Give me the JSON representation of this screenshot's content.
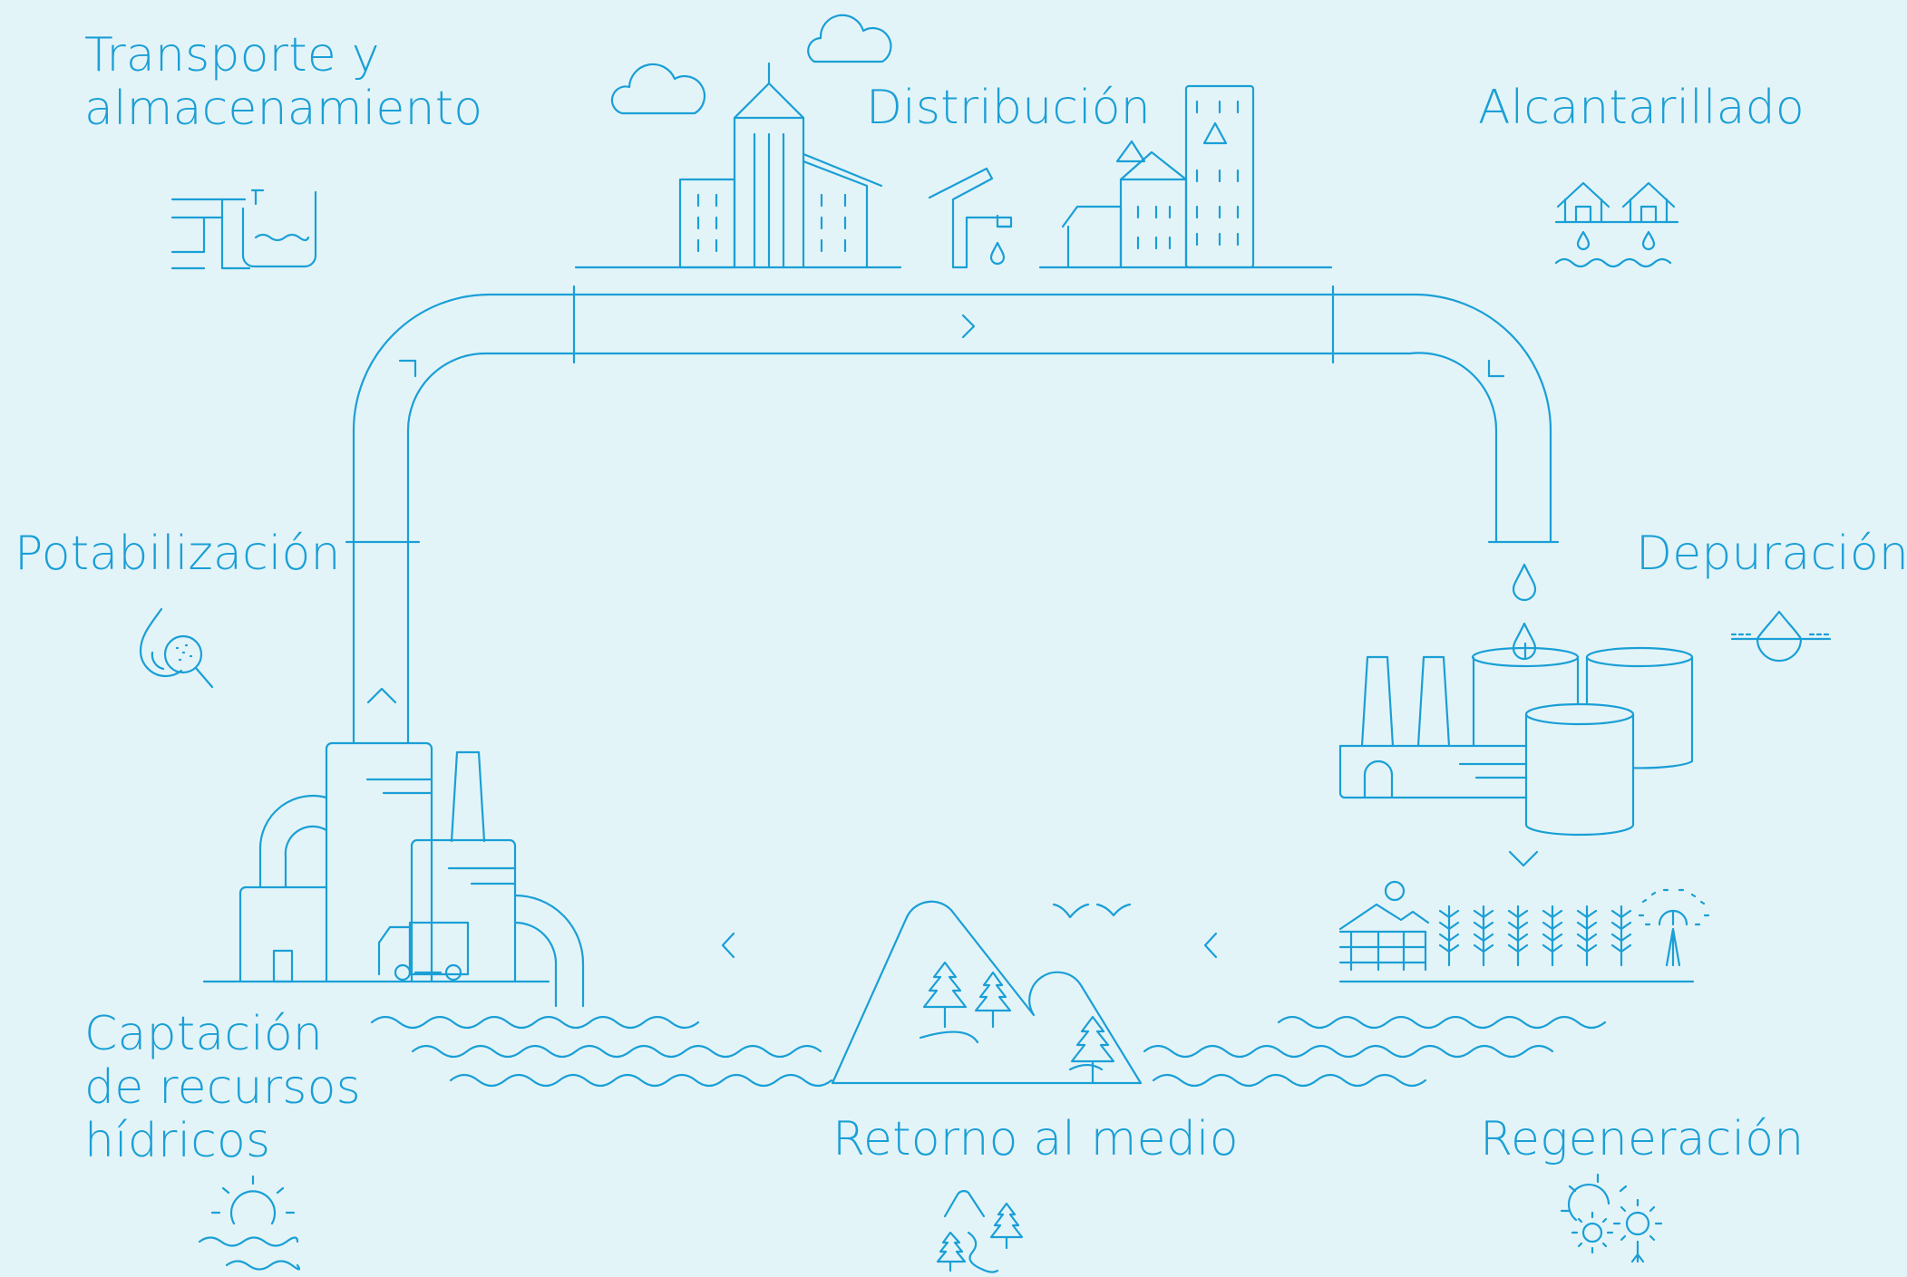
{
  "stages": {
    "transporte": {
      "line1": "Transporte y",
      "line2": "almacenamiento"
    },
    "distribucion": "Distribución",
    "alcantarillado": "Alcantarillado",
    "potabilizacion": "Potabilización",
    "depuracion": "Depuración",
    "captacion": {
      "line1": "Captación",
      "line2": "de recursos",
      "line3": "hídricos"
    },
    "retorno": "Retorno al medio",
    "regeneracion": "Regeneración"
  },
  "colors": {
    "background": "#e3f4f8",
    "line": "#1a9fd6"
  }
}
